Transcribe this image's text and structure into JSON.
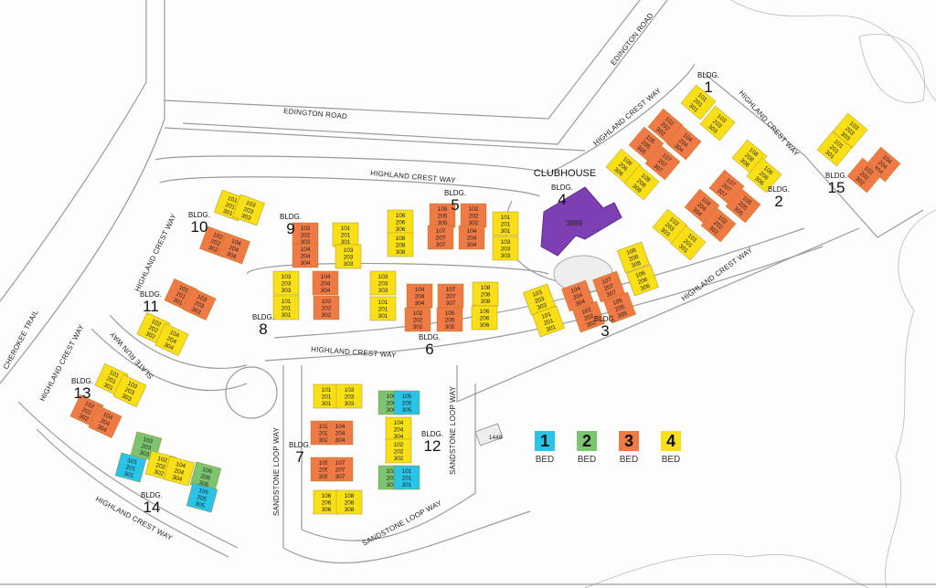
{
  "colors": {
    "1": "#29c4e8",
    "2": "#7cc46f",
    "3": "#f07a45",
    "4": "#f9e016",
    "clubhouse": "#7d3fb3"
  },
  "legend": [
    {
      "number": "1",
      "label": "BED"
    },
    {
      "number": "2",
      "label": "BED"
    },
    {
      "number": "3",
      "label": "BED"
    },
    {
      "number": "4",
      "label": "BED"
    }
  ],
  "streets": {
    "edington_road_1": "EDINGTON ROAD",
    "edington_road_2": "EDINGTON ROAD",
    "highland_crest_way_top": "HIGHLAND CREST WAY",
    "highland_crest_way_b1_left": "HIGHLAND CREST WAY",
    "highland_crest_way_b1_right": "HIGHLAND CREST WAY",
    "highland_crest_way_b3": "HIGHLAND CREST WAY",
    "highland_crest_way_b11": "HIGHLAND CREST WAY",
    "highland_crest_way_middle": "HIGHLAND CREST WAY",
    "highland_crest_way_b13": "HIGHLAND CREST WAY",
    "highland_crest_way_b14": "HIGHLAND CREST WAY",
    "cherokee_trail": "CHEROKEE TRAIL",
    "slate_run_way": "SLATE RUN WAY",
    "sandstone_loop_way_left": "SANDSTONE LOOP WAY",
    "sandstone_loop_way_right": "SANDSTONE LOOP WAY",
    "sandstone_loop_way_bottom": "SANDSTONE LOOP WAY"
  },
  "clubhouse": {
    "label": "CLUBHOUSE",
    "address": "3999"
  },
  "building_1449": "1449",
  "bldg_prefix": "BLDG.",
  "buildings": [
    {
      "number": "1",
      "units": [
        [
          "101 201 301",
          4
        ],
        [
          "103 203 303",
          4
        ],
        [
          "102 202 302",
          3
        ],
        [
          "104 204 304",
          3
        ],
        [
          "105 205 305",
          3
        ],
        [
          "107 207 307",
          3
        ],
        [
          "106 206 306",
          4
        ],
        [
          "108 208 308",
          4
        ]
      ]
    },
    {
      "number": "2",
      "units": [
        [
          "108 208 308",
          4
        ],
        [
          "106 206 306",
          4
        ],
        [
          "107 207 307",
          3
        ],
        [
          "105 205 305",
          3
        ],
        [
          "104 204 304",
          3
        ],
        [
          "102 202 302",
          3
        ],
        [
          "103 203 303",
          4
        ],
        [
          "101 201 301",
          4
        ]
      ]
    },
    {
      "number": "15",
      "units": [
        [
          "103 203 303",
          4
        ],
        [
          "101 201 301",
          4
        ],
        [
          "104 204 304",
          3
        ],
        [
          "102 202 302",
          3
        ]
      ]
    },
    {
      "number": "4",
      "units": []
    },
    {
      "number": "5",
      "units": [
        [
          "106 206 306",
          4
        ],
        [
          "108 208 308",
          4
        ],
        [
          "105 205 305",
          3
        ],
        [
          "107 207 307",
          3
        ],
        [
          "102 202 302",
          3
        ],
        [
          "104 204 304",
          3
        ],
        [
          "101 201 301",
          4
        ],
        [
          "103 203 303",
          4
        ]
      ]
    },
    {
      "number": "9",
      "units": [
        [
          "102 202 302",
          3
        ],
        [
          "104 204 304",
          3
        ],
        [
          "101 201 301",
          4
        ],
        [
          "103 203 303",
          4
        ]
      ]
    },
    {
      "number": "3",
      "units": [
        [
          "103 203 303",
          4
        ],
        [
          "101 201 301",
          4
        ],
        [
          "104 204 304",
          3
        ],
        [
          "102 202 302",
          3
        ],
        [
          "107 207 307",
          3
        ],
        [
          "105 205 305",
          3
        ],
        [
          "108 208 308",
          4
        ],
        [
          "106 206 306",
          4
        ]
      ]
    },
    {
      "number": "8",
      "units": [
        [
          "103 203 303",
          4
        ],
        [
          "101 201 301",
          4
        ],
        [
          "104 204 304",
          3
        ],
        [
          "102 202 302",
          3
        ]
      ]
    },
    {
      "number": "6",
      "units": [
        [
          "103 203 303",
          4
        ],
        [
          "101 201 301",
          4
        ],
        [
          "104 204 304",
          3
        ],
        [
          "102 202 302",
          3
        ],
        [
          "107 207 307",
          3
        ],
        [
          "105 205 305",
          3
        ],
        [
          "108 208 308",
          4
        ],
        [
          "106 206 306",
          4
        ]
      ]
    },
    {
      "number": "10",
      "units": [
        [
          "101 201 301",
          4
        ],
        [
          "103 203 303",
          4
        ],
        [
          "102 202 302",
          3
        ],
        [
          "104 204 304",
          3
        ]
      ]
    },
    {
      "number": "11",
      "units": [
        [
          "101 201 301",
          3
        ],
        [
          "103 203 303",
          3
        ],
        [
          "102 202 302",
          4
        ],
        [
          "104 204 304",
          4
        ]
      ]
    },
    {
      "number": "13",
      "units": [
        [
          "101 201 301",
          4
        ],
        [
          "103 203 303",
          4
        ],
        [
          "102 202 302",
          3
        ],
        [
          "104 204 304",
          3
        ]
      ]
    },
    {
      "number": "14",
      "units": [
        [
          "103 203 303",
          2
        ],
        [
          "101 201 301",
          1
        ],
        [
          "102 202 302",
          4
        ],
        [
          "104 204 304",
          4
        ],
        [
          "106 206 306",
          2
        ],
        [
          "105 205 305",
          1
        ]
      ]
    },
    {
      "number": "7",
      "units": [
        [
          "101 201 301",
          4
        ],
        [
          "103 203 303",
          4
        ],
        [
          "102 202 302",
          3
        ],
        [
          "104 204 304",
          3
        ],
        [
          "105 205 305",
          3
        ],
        [
          "107 207 307",
          3
        ],
        [
          "106 206 306",
          4
        ],
        [
          "108 208 308",
          4
        ]
      ]
    },
    {
      "number": "12",
      "units": [
        [
          "106 206 306",
          2
        ],
        [
          "105 205 305",
          1
        ],
        [
          "104 204 304",
          4
        ],
        [
          "102 202 302",
          4
        ],
        [
          "103 203 303",
          2
        ],
        [
          "101 201 301",
          1
        ]
      ]
    }
  ]
}
